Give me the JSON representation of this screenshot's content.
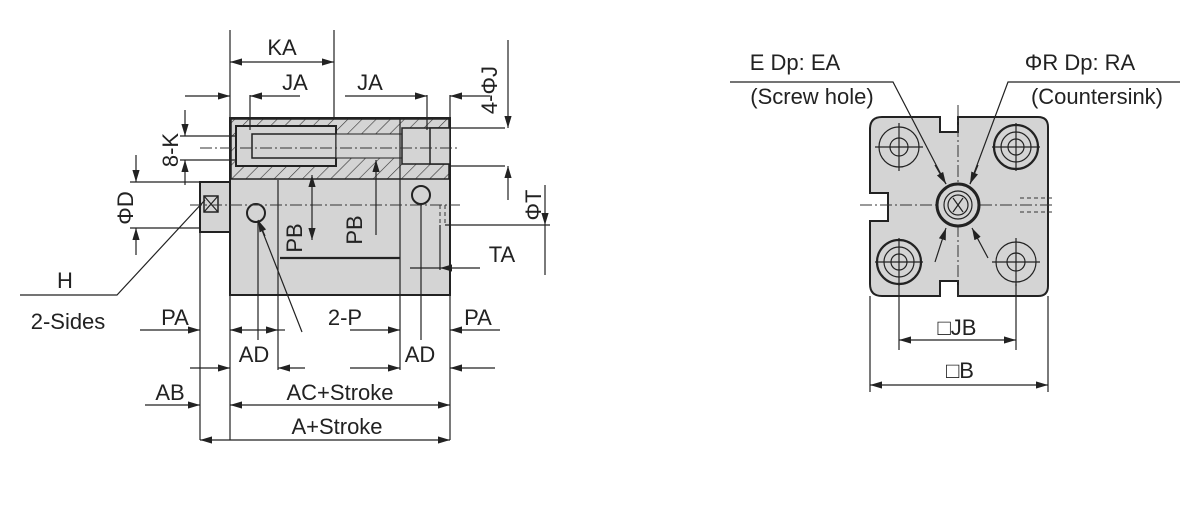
{
  "side_view": {
    "labels": {
      "ka": "KA",
      "ja_left": "JA",
      "ja_right": "JA",
      "four_phi_j": "4-ΦJ",
      "eight_k": "8-K",
      "phi_d": "ΦD",
      "pb_left": "PB",
      "pb_right": "PB",
      "phi_t": "ΦT",
      "ta": "TA",
      "h": "H",
      "two_sides": "2-Sides",
      "pa_left": "PA",
      "two_p": "2-P",
      "pa_right": "PA",
      "ad_left": "AD",
      "ad_right": "AD",
      "ab": "AB",
      "ac_stroke": "AC+Stroke",
      "a_stroke": "A+Stroke"
    }
  },
  "end_view": {
    "labels": {
      "e_dp": "E Dp: EA",
      "screw_hole": "(Screw hole)",
      "r_dp": "ΦR Dp: RA",
      "countersink": "(Countersink)",
      "jb": "□JB",
      "b": "□B"
    }
  },
  "colors": {
    "body_fill": "#d4d4d4",
    "line": "#222222"
  }
}
